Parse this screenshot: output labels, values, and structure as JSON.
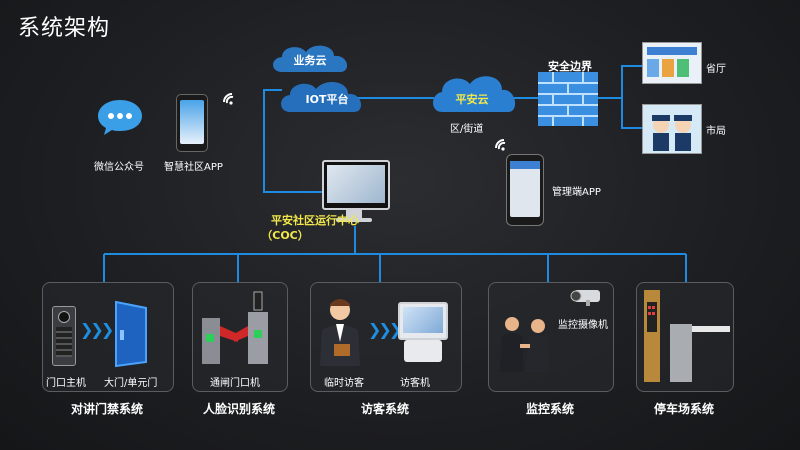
{
  "page": {
    "title": "系统架构"
  },
  "top": {
    "wechat": "微信公众号",
    "smart_app": "智慧社区APP",
    "cloud_business": "业务云",
    "cloud_iot": "IOT平台",
    "cloud_safe": "平安云",
    "district": "区/街道",
    "firewall": "安全边界",
    "province": "省厅",
    "city": "市局",
    "admin_app": "管理端APP",
    "coc_line1": "平安社区运行中心",
    "coc_line2": "（COC）"
  },
  "systems": [
    {
      "name": "对讲门禁系统",
      "items": [
        "门口主机",
        "大门/单元门"
      ]
    },
    {
      "name": "人脸识别系统",
      "items": [
        "通闸门口机"
      ]
    },
    {
      "name": "访客系统",
      "items": [
        "临时访客",
        "访客机"
      ]
    },
    {
      "name": "监控系统",
      "items": [
        "监控摄像机"
      ]
    },
    {
      "name": "停车场系统",
      "items": []
    }
  ],
  "colors": {
    "line": "#1f8be0",
    "highlight": "#f2e84a",
    "panel_border": "#5a5c62"
  }
}
